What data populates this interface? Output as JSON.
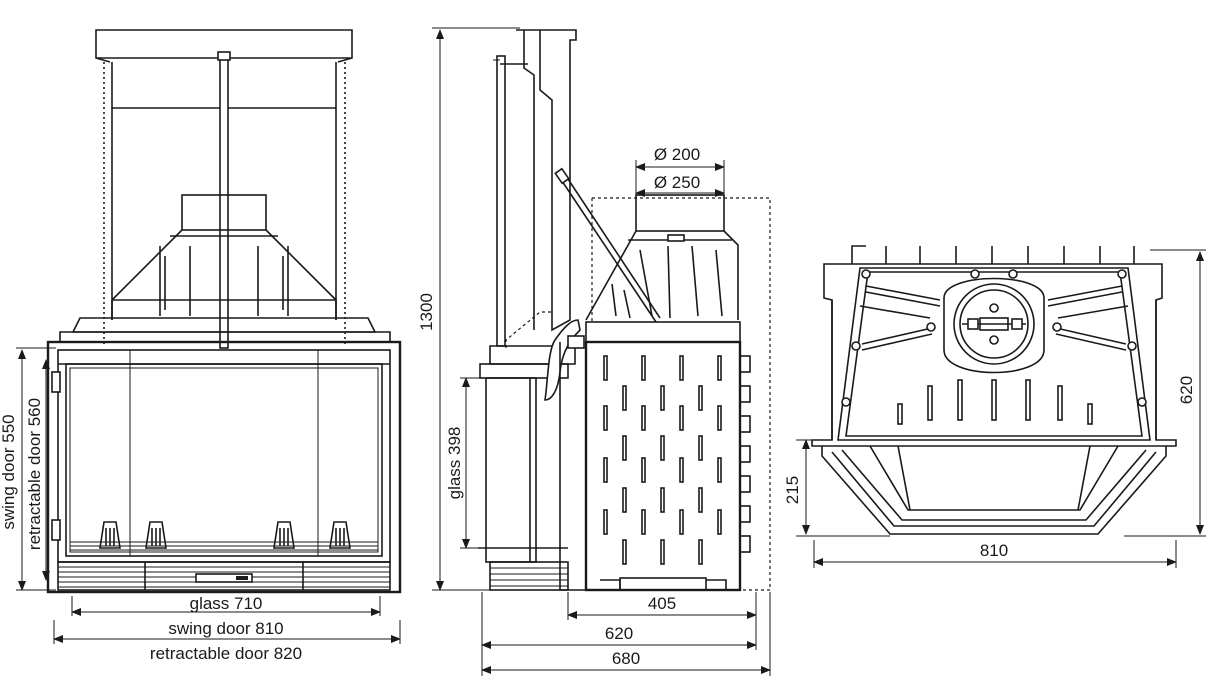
{
  "front_view": {
    "glass_width": "glass  710",
    "swing_door_width": "swing door 810",
    "retractable_door_width": "retractable door 820",
    "swing_door_height": "swing door  550",
    "retractable_door_height": "retractable door 560"
  },
  "side_view": {
    "total_height": "1300",
    "glass_height": "glass  398",
    "flue_inner": "Ø 200",
    "flue_outer": "Ø 250",
    "depth_405": "405",
    "depth_620": "620",
    "depth_680": "680"
  },
  "top_view": {
    "depth": "620",
    "front_depth": "215",
    "width": "810"
  }
}
